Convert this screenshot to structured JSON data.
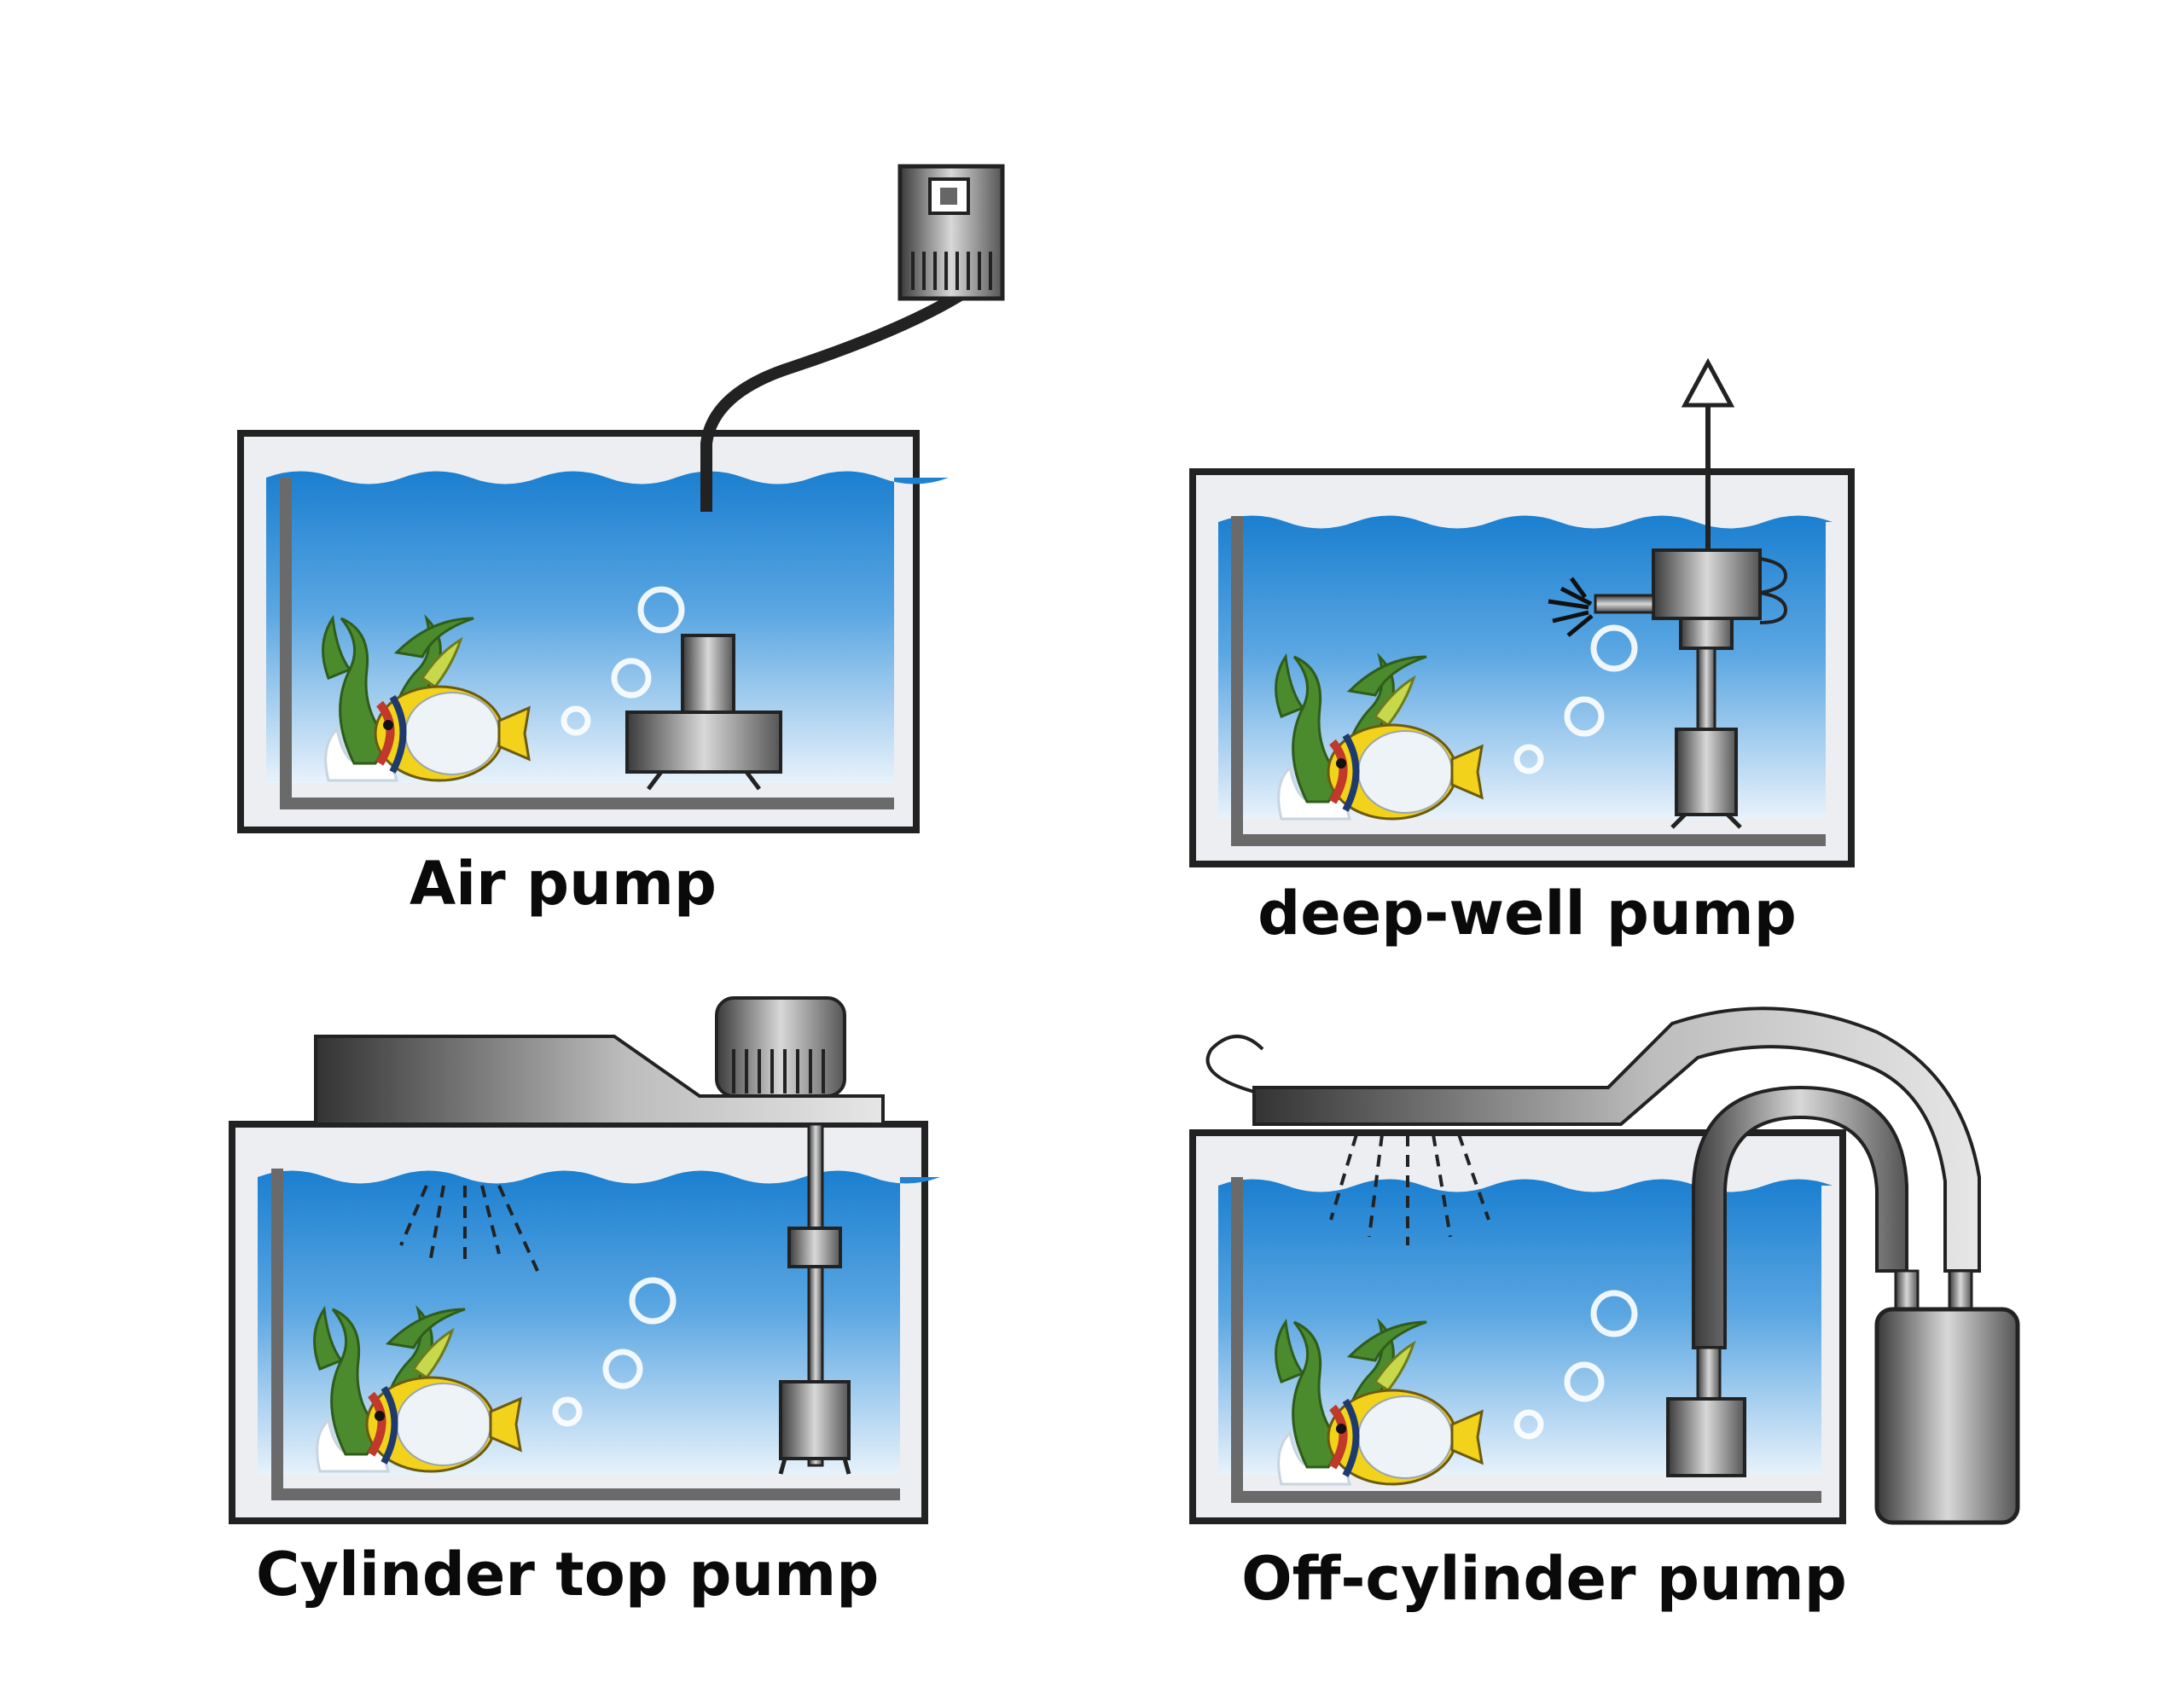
{
  "captions": {
    "air_pump": "Air pump",
    "deep_well_pump": "deep-well pump",
    "cylinder_top_pump": "Cylinder top pump",
    "off_cylinder_pump": "Off-cylinder pump"
  },
  "colors": {
    "water_top": "#1b7fd0",
    "water_bottom": "#e8f2fb",
    "tank_outline": "#222222",
    "tank_wall": "#eceef2",
    "pump_body": "#8a8a8a",
    "plant": "#4c8a2e",
    "fish_yellow": "#f2d21a"
  }
}
